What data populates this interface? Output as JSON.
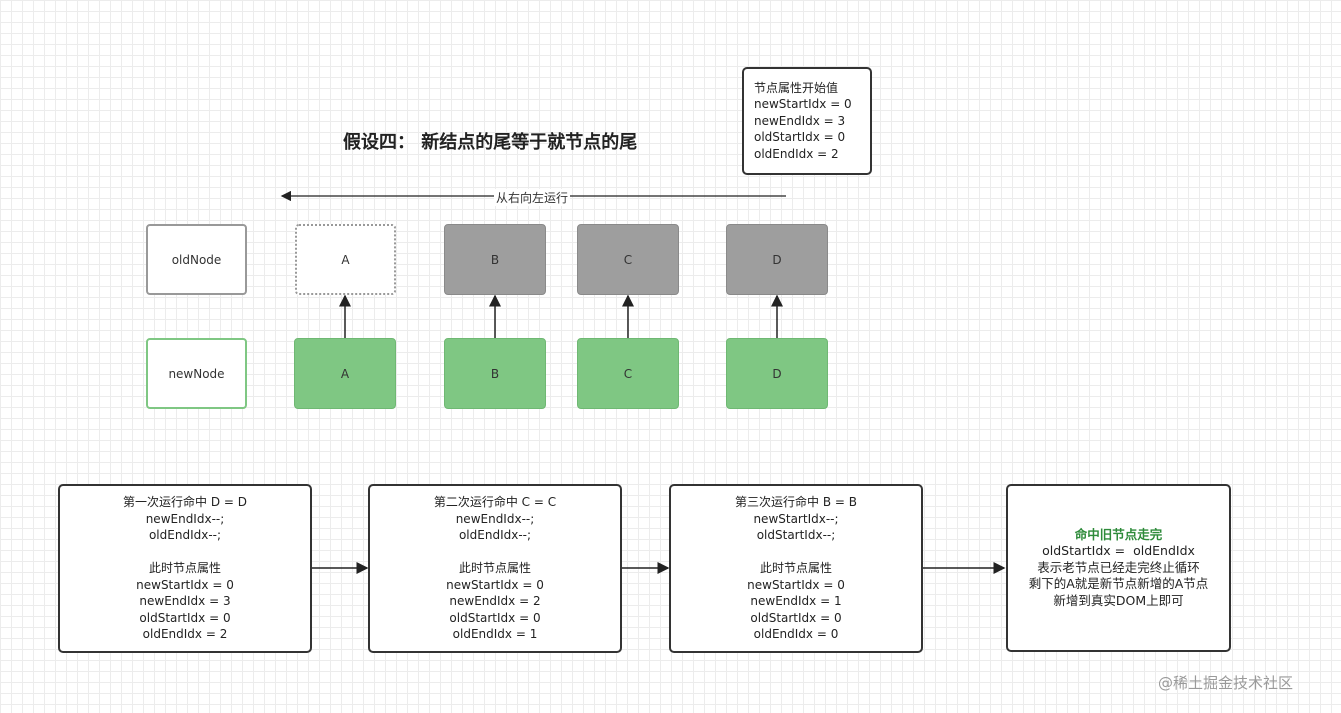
{
  "title": "假设四： 新结点的尾等于就节点的尾",
  "init_box": {
    "lines": [
      "节点属性开始值",
      "newStartIdx = 0",
      "newEndIdx = 3",
      "oldStartIdx = 0",
      "oldEndIdx = 2"
    ]
  },
  "direction_label": "从右向左运行",
  "old_label": "oldNode",
  "new_label": "newNode",
  "old_nodes": [
    "A",
    "B",
    "C",
    "D"
  ],
  "new_nodes": [
    "A",
    "B",
    "C",
    "D"
  ],
  "steps": [
    {
      "lines": [
        "第一次运行命中 D = D",
        "newEndIdx--;",
        "oldEndIdx--;",
        " ",
        "此时节点属性",
        "newStartIdx = 0",
        "newEndIdx = 3",
        "oldStartIdx = 0",
        "oldEndIdx = 2"
      ]
    },
    {
      "lines": [
        "第二次运行命中 C = C",
        "newEndIdx--;",
        "oldEndIdx--;",
        " ",
        "此时节点属性",
        "newStartIdx = 0",
        "newEndIdx = 2",
        "oldStartIdx = 0",
        "oldEndIdx = 1"
      ]
    },
    {
      "lines": [
        "第三次运行命中 B = B",
        "newStartIdx--;",
        "oldStartIdx--;",
        " ",
        "此时节点属性",
        "newStartIdx = 0",
        "newEndIdx = 1",
        "oldStartIdx = 0",
        "oldEndIdx = 0"
      ]
    }
  ],
  "final": {
    "heading": "命中旧节点走完",
    "lines": [
      "oldStartIdx =  oldEndIdx",
      "表示老节点已经走完终止循环",
      "剩下的A就是新节点新增的A节点",
      "新增到真实DOM上即可"
    ]
  },
  "watermark": "@稀土掘金技术社区",
  "colors": {
    "green": "#7fc783",
    "gray": "#9e9e9e",
    "heading_green": "#2e8b3a"
  }
}
